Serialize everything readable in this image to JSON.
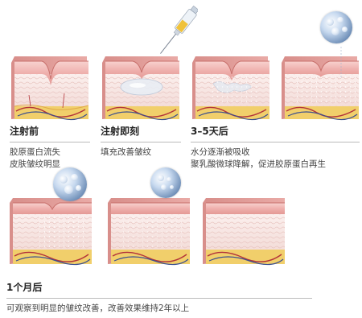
{
  "stages": [
    {
      "title": "注射前",
      "lines": [
        "胶原蛋白流失",
        "皮肤皱纹明显"
      ]
    },
    {
      "title": "注射即刻",
      "lines": [
        "填充改善皱纹"
      ]
    },
    {
      "title": "3–5天后",
      "lines": [
        "水分逐渐被吸收",
        "聚乳酸微球降解，促进胶原蛋白再生"
      ]
    },
    {
      "title": "1个月后",
      "lines": [
        "可观察到明显的皱纹改善，改善效果维持2年以上"
      ]
    }
  ],
  "colors": {
    "skin_top": "#f0b6b3",
    "dermis": "#f7e6e3",
    "fat": "#f1cf6b",
    "vessel_red": "#b3343a",
    "vessel_blue": "#3b4f8f",
    "microsphere": "#7f9cc5"
  },
  "icons": [
    "syringe-icon",
    "microsphere-bubble-icon"
  ]
}
